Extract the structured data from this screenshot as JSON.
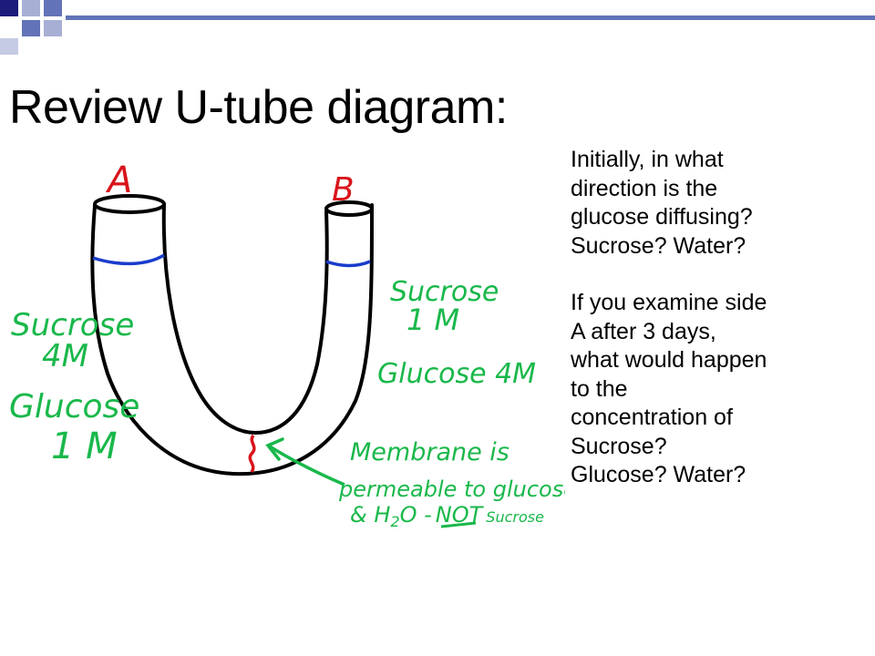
{
  "title": "Review U-tube diagram:",
  "colors": {
    "accent": "#6373b8",
    "accent_light": "#a7b0d4",
    "accent_dark": "#1c1c7a",
    "handwriting_green": "#19b84a",
    "handwriting_red": "#d9141a",
    "liquid_line": "#1a3ccc",
    "membrane": "#d9141a"
  },
  "diagram": {
    "side_a_label": "A",
    "side_b_label": "B",
    "side_a": {
      "sucrose_label": "Sucrose",
      "sucrose_conc": "4M",
      "glucose_label": "Glucose",
      "glucose_conc": "1 M"
    },
    "side_b": {
      "sucrose_label": "Sucrose",
      "sucrose_conc": "1 M",
      "glucose_label": "Glucose 4M"
    },
    "membrane_note": {
      "line1": "Membrane is",
      "line2": "permeable to glucose",
      "line3_prefix": "& H",
      "line3_sub": "2",
      "line3_suffix": "O -",
      "line3_not": "NOT",
      "line3_end": "Sucrose"
    }
  },
  "questions": {
    "q1": [
      "Initially, in what",
      "direction is the",
      "glucose diffusing?",
      "Sucrose? Water?"
    ],
    "q2": [
      "If you examine side",
      "A after 3 days,",
      "what would happen",
      "to the",
      "concentration of",
      "Sucrose?",
      "Glucose? Water?"
    ]
  }
}
